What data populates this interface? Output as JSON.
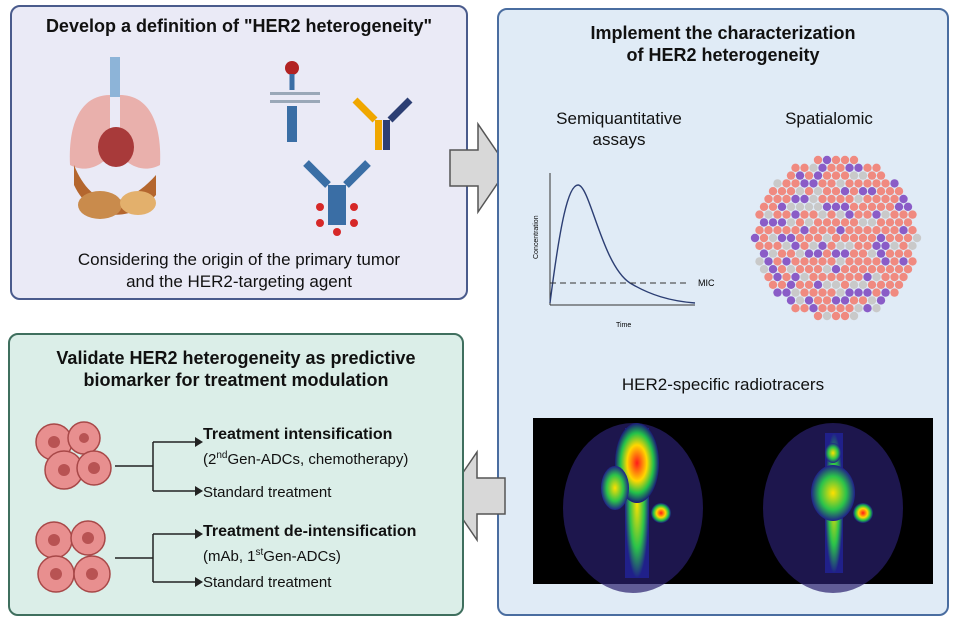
{
  "panel1": {
    "title": "Develop a definition of \"HER2  heterogeneity\"",
    "caption_line1": "Considering the origin of the primary tumor",
    "caption_line2": "and the HER2-targeting agent"
  },
  "panel2": {
    "title_line1": "Implement the characterization",
    "title_line2": "of HER2 heterogeneity",
    "semi_line1": "Semiquantitative",
    "semi_line2": "assays",
    "spatial": "Spatialomic",
    "radio": "HER2-specific radiotracers",
    "plot_ylabel": "Concentration",
    "plot_xlabel": "Time",
    "plot_mic": "MIC"
  },
  "panel3": {
    "title_line1": "Validate HER2 heterogeneity as predictive",
    "title_line2": "biomarker for treatment modulation",
    "row1_heading": "Treatment intensification",
    "row1_pre": "(2",
    "row1_sup": "nd",
    "row1_post": "Gen-ADCs, chemotherapy)",
    "row1_std": "Standard treatment",
    "row2_heading": "Treatment de-intensification",
    "row2_pre": "(mAb, 1",
    "row2_sup": "st",
    "row2_post": "Gen-ADCs)",
    "row2_std": "Standard treatment"
  },
  "colors": {
    "panel1_border": "#4a5b8c",
    "panel2_border": "#4a6da0",
    "panel3_border": "#3f6f5e",
    "spot_salmon": "#f08a80",
    "spot_purple": "#8a5cc7",
    "spot_grey": "#c9c9c9"
  },
  "icons": [
    "organs-icon",
    "antibody-icon",
    "bispecific-antibody-icon",
    "adc-icon",
    "arrow-right-icon",
    "arrow-left-icon",
    "tumor-cells-icon",
    "pet-scan-image"
  ]
}
